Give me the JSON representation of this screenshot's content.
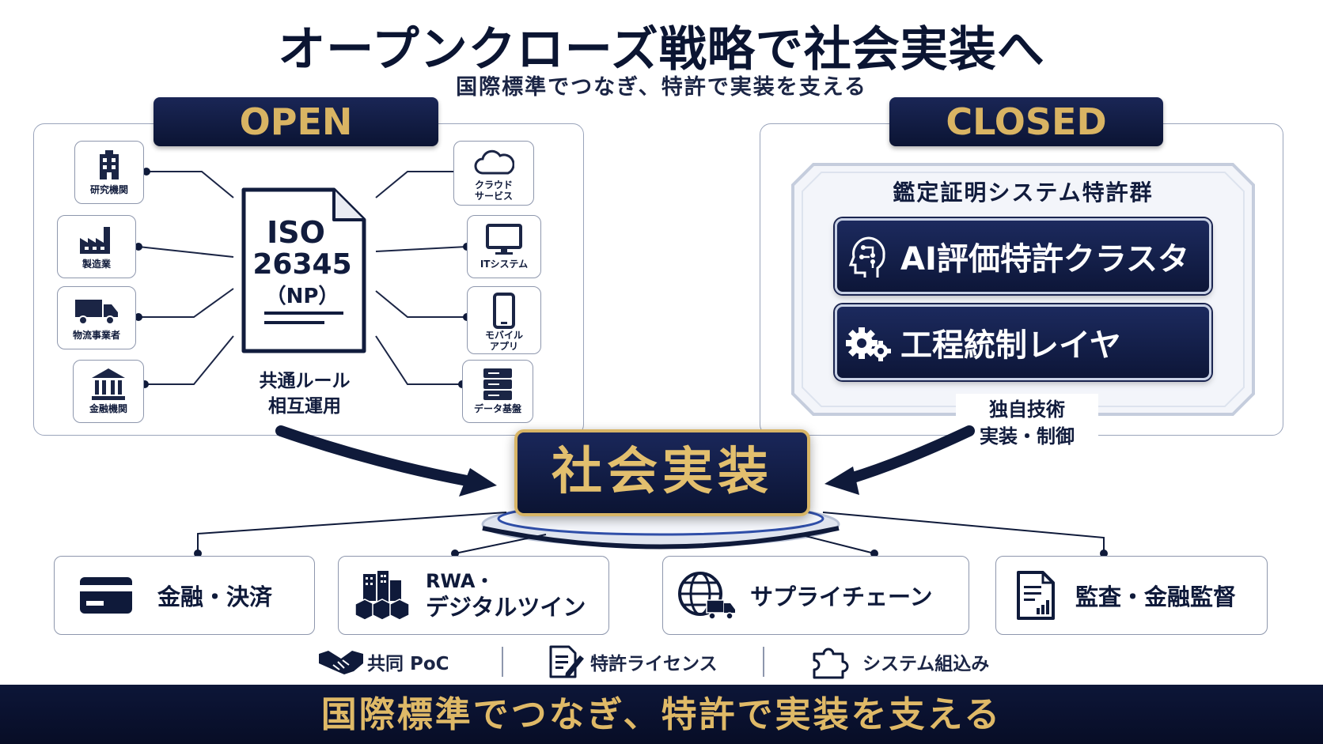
{
  "title": "オープンクローズ戦略で社会実装へ",
  "subtitle": "国際標準でつなぎ、特許で実装を支える",
  "open": {
    "badge": "OPEN",
    "left_nodes": [
      {
        "label": "研究機関",
        "icon": "building-icon"
      },
      {
        "label": "製造業",
        "icon": "factory-icon"
      },
      {
        "label": "物流事業者",
        "icon": "truck-icon"
      },
      {
        "label": "金融機関",
        "icon": "bank-icon"
      }
    ],
    "right_nodes": [
      {
        "label1": "クラウド",
        "label2": "サービス",
        "icon": "cloud-icon"
      },
      {
        "label1": "ITシステム",
        "label2": "",
        "icon": "monitor-icon"
      },
      {
        "label1": "モバイル",
        "label2": "アプリ",
        "icon": "smartphone-icon"
      },
      {
        "label1": "データ基盤",
        "label2": "",
        "icon": "server-icon"
      }
    ],
    "doc": {
      "line1": "ISO",
      "line2": "26345",
      "line3": "（NP）"
    },
    "caption1": "共通ルール",
    "caption2": "相互運用"
  },
  "closed": {
    "badge": "CLOSED",
    "heading": "鑑定証明システム特許群",
    "item1": "AI評価特許クラスタ",
    "item2": "工程統制レイヤ",
    "caption1": "独自技術",
    "caption2": "実装・制御"
  },
  "center": "社会実装",
  "apps": [
    {
      "label": "金融・決済",
      "icon": "credit-card-icon"
    },
    {
      "label1": "RWA・",
      "label2": "デジタルツイン",
      "icon": "cubes-city-icon"
    },
    {
      "label": "サプライチェーン",
      "icon": "globe-truck-icon"
    },
    {
      "label": "監査・金融監督",
      "icon": "report-icon"
    }
  ],
  "mini": [
    {
      "label": "共同 PoC",
      "icon": "handshake-icon"
    },
    {
      "label": "特許ライセンス",
      "icon": "document-pen-icon"
    },
    {
      "label": "システム組込み",
      "icon": "puzzle-icon"
    }
  ],
  "footer": "国際標準でつなぎ、特許で実装を支える",
  "colors": {
    "navy": "#0d1638",
    "gold": "#d9b463",
    "border": "#8e97ad"
  }
}
